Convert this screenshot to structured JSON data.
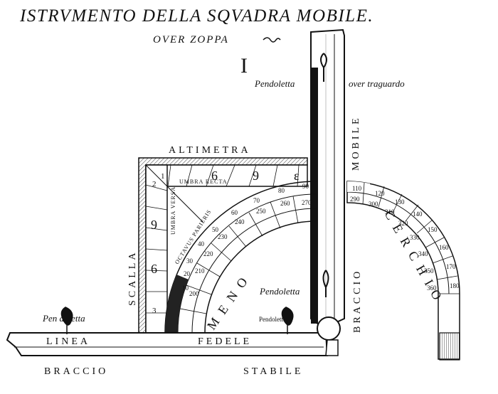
{
  "header": {
    "title": "ISTRVMENTO DELLA SQVADRA MOBILE.",
    "subtitle": "OVER ZOPPA",
    "numeral": "I"
  },
  "labels": {
    "pendoletta_top": "Pendoletta",
    "traguardo": "over traguardo",
    "mobile": "MOBILE",
    "altimetra": "ALTIMETRA",
    "scalla": "SCALLA",
    "umbra_recta": "UMBRA RECTA",
    "umbra_versa": "UMBRA VERSA",
    "octavus_parieris": "OCTAVUS PARIERIS",
    "meno": "M E N O",
    "braccio_arc": "BRACCIO",
    "cerchio": "C E R C H I O",
    "pendoletta_mid": "Pendoletta",
    "pendoletta_left": "Pen  doletta",
    "pendoletta_right": "Pendoletta",
    "linea": "LINEA",
    "fedele": "FEDELE",
    "braccio_bottom": "BRACCIO",
    "stabile": "STABILE"
  },
  "scales": {
    "square_numbers": [
      "1",
      "6",
      "9",
      "ε"
    ],
    "left_numbers": [
      "2",
      "9",
      "6",
      "3"
    ],
    "inner_arc": [
      "10",
      "20",
      "30",
      "40",
      "50",
      "60",
      "70",
      "80",
      "90"
    ],
    "outer_arc": [
      "200",
      "210",
      "220",
      "230",
      "240",
      "250",
      "260",
      "270"
    ],
    "right_inner": [
      "110",
      "120",
      "130",
      "140",
      "150",
      "160",
      "170",
      "180"
    ],
    "right_outer": [
      "290",
      "300",
      "310",
      "320",
      "330",
      "340",
      "350",
      "360"
    ]
  },
  "colors": {
    "ink": "#111111",
    "paper": "#ffffff",
    "hatch": "#555555"
  }
}
